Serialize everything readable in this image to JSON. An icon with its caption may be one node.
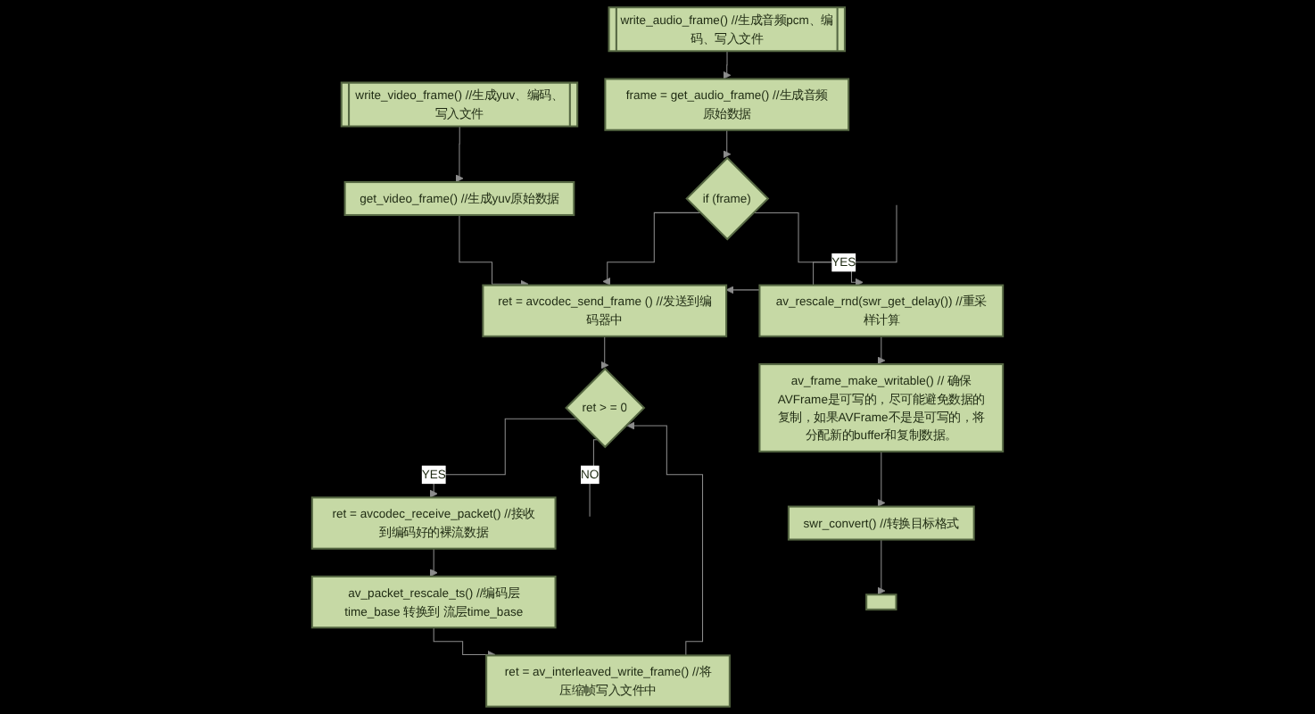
{
  "diagram": {
    "nodes": [
      {
        "text": [
          "write_video_frame() //生成yuv、编码、写入文件"
        ]
      },
      {
        "text": [
          "get_video_frame() //生成yuv原始数据"
        ]
      },
      {
        "text": [
          "ret = avcodec_send_frame () //发送到编码器中"
        ]
      },
      {
        "text": [
          "ret > = 0"
        ]
      },
      {
        "text": [
          "ret = avcodec_receive_packet() //接收到编码好的裸流数据"
        ]
      },
      {
        "text": [
          "av_packet_rescale_ts() //编码层time_base 转换到 流层time_base"
        ]
      },
      {
        "text": [
          "ret = av_interleaved_write_frame() //将压缩帧写入文件中"
        ]
      },
      {
        "text": [
          "write_audio_frame() //生成音频pcm、编码、写入文件"
        ]
      },
      {
        "text": [
          "frame = get_audio_frame() //生成音频原始数据"
        ]
      },
      {
        "text": [
          "if (frame)"
        ]
      },
      {
        "text": [
          "av_rescale_rnd(swr_get_delay()) //重采样计算"
        ]
      },
      {
        "text": [
          "av_frame_make_writable() // 确保AVFrame是可写的，尽可能避免数据的复制，如果AVFrame不是是可写的，将分配新的buffer和复制数据。"
        ]
      },
      {
        "text": [
          "swr_convert() //转换目标格式"
        ]
      },
      {
        "text": [],
        "shape": "box"
      }
    ],
    "edges": [
      {
        "from": 0,
        "to": 1,
        "arrow": "to"
      },
      {
        "from": 1,
        "to": 2,
        "arrow": "to"
      },
      {
        "from": 2,
        "to": 3,
        "arrow": "to"
      },
      {
        "from": 3,
        "to": 4,
        "arrow": "to",
        "label": "YES"
      },
      {
        "from": 4,
        "to": 5,
        "arrow": "to"
      },
      {
        "from": 5,
        "to": 6,
        "arrow": "to"
      },
      {
        "from": 6,
        "to": 3,
        "arrow": "to"
      },
      {
        "from": 3,
        "to": null,
        "arrow": "none",
        "label": "NO"
      },
      {
        "from": null,
        "to": 2,
        "arrow": "to"
      },
      {
        "from": 7,
        "to": 8,
        "arrow": "to"
      },
      {
        "from": 8,
        "to": 9,
        "arrow": "to"
      },
      {
        "from": 9,
        "to": 2,
        "arrow": "to"
      },
      {
        "from": 9,
        "to": 10,
        "arrow": "to",
        "label": "YES"
      },
      {
        "from": 10,
        "to": 11,
        "arrow": "to"
      },
      {
        "from": 11,
        "to": 12,
        "arrow": "to"
      },
      {
        "from": 12,
        "to": 13,
        "arrow": "to"
      }
    ]
  }
}
